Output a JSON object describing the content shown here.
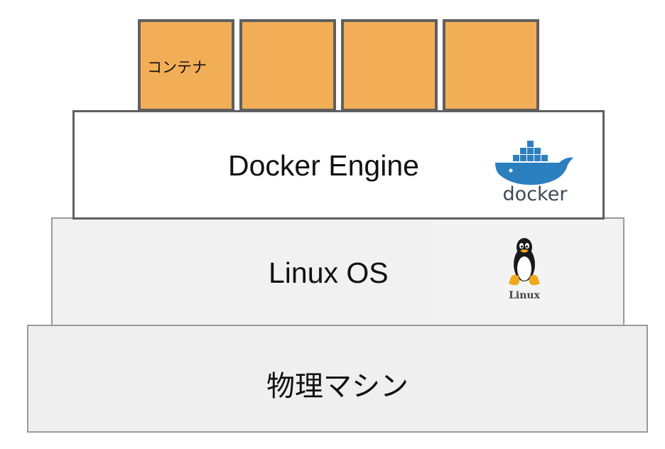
{
  "containers": [
    {
      "label": "コンテナ"
    },
    {
      "label": ""
    },
    {
      "label": ""
    },
    {
      "label": ""
    }
  ],
  "engine": {
    "label": "Docker Engine",
    "logo_text": "docker",
    "logo_icon": "docker-whale-icon"
  },
  "os": {
    "label": "Linux OS",
    "logo_text": "Linux",
    "logo_icon": "tux-penguin-icon"
  },
  "machine": {
    "label": "物理マシン"
  },
  "colors": {
    "container_fill": "#f2ae56",
    "container_border": "#5f5f5f",
    "layer_fill": "#f1f1f1",
    "docker_blue": "#2c7fbf"
  }
}
